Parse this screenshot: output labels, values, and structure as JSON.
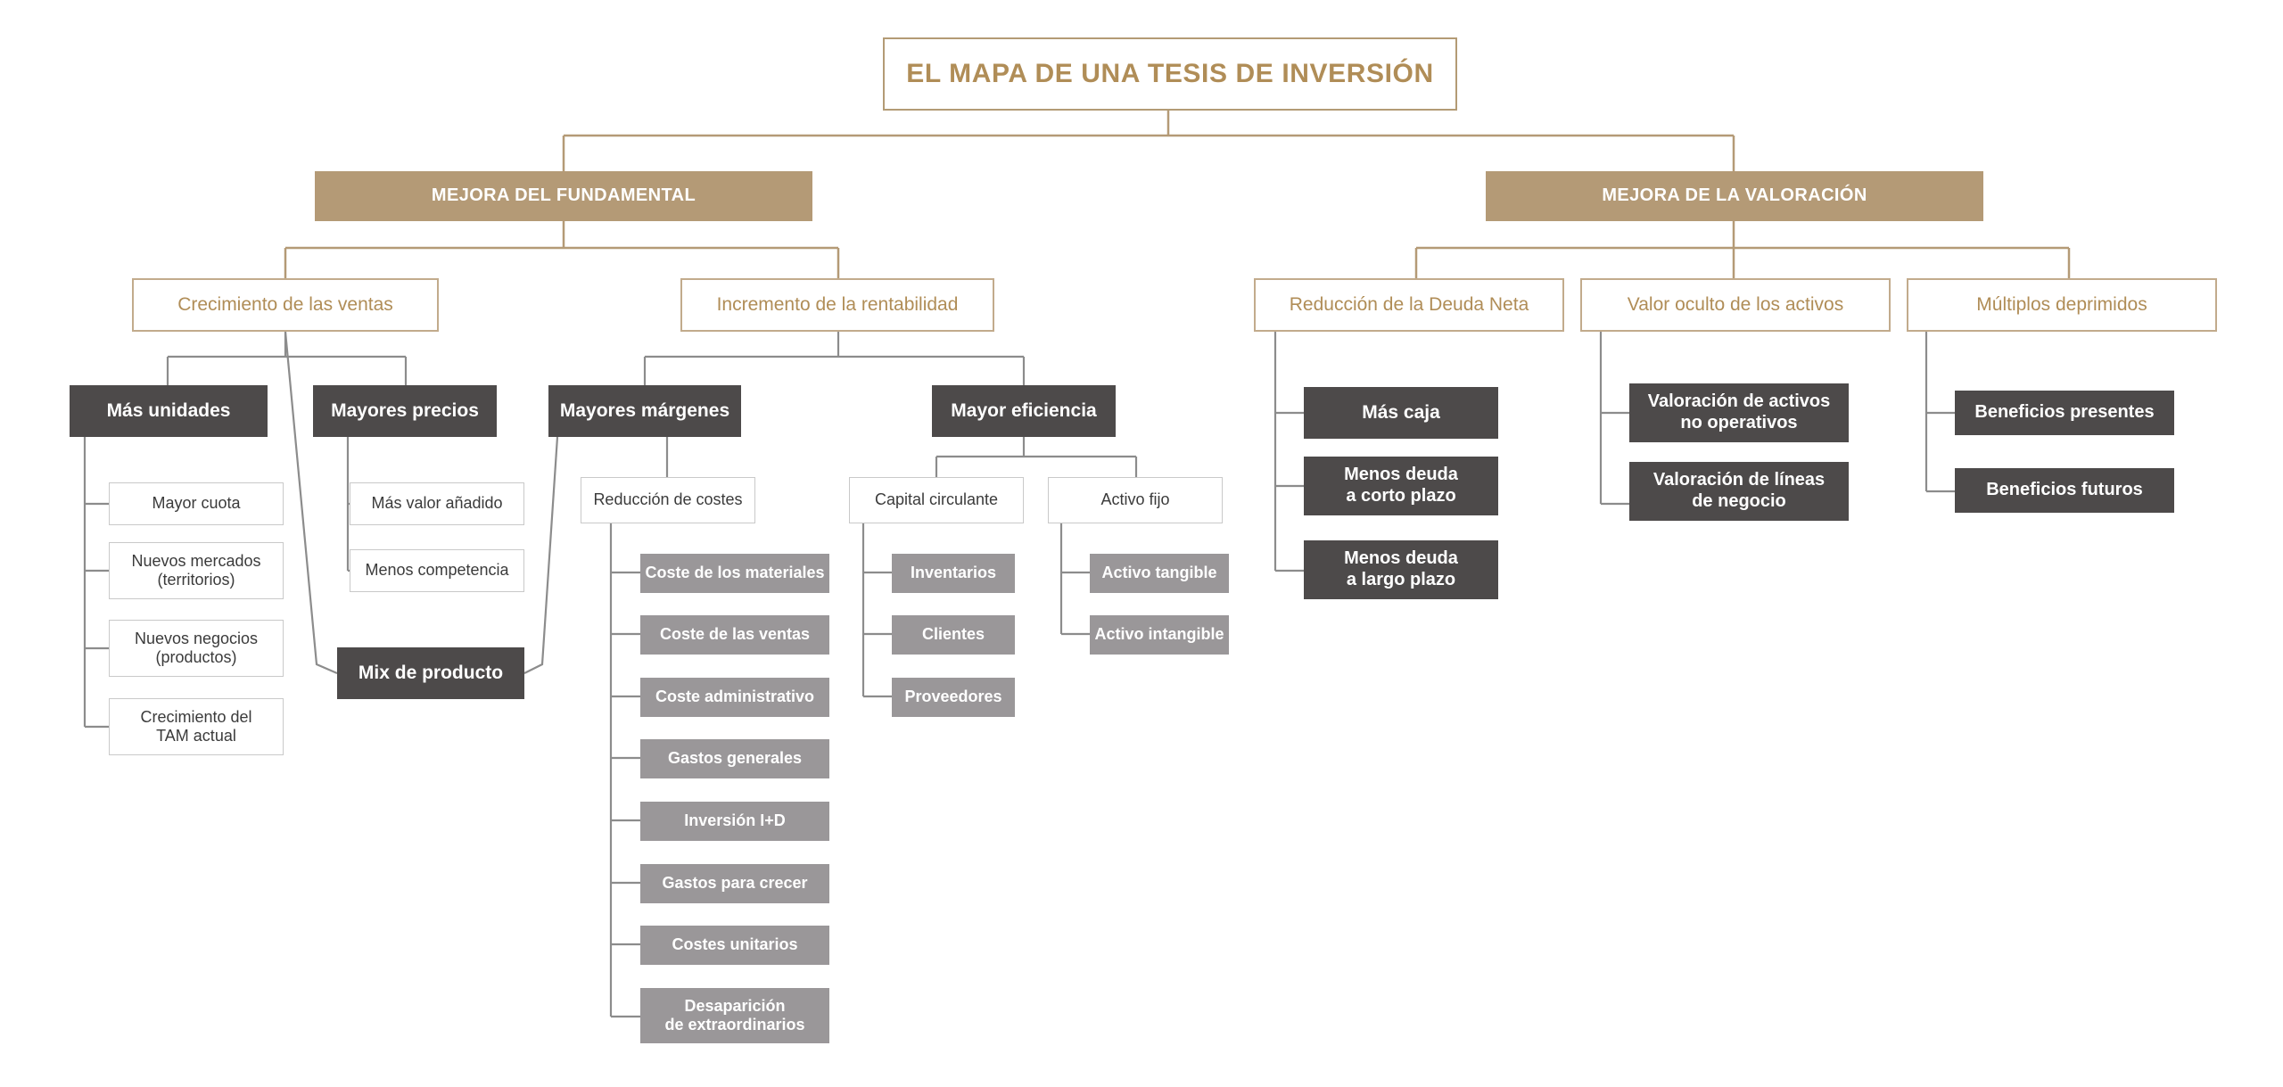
{
  "colors": {
    "accent_tan": "#b49a76",
    "title_text": "#b08d57",
    "dark_box": "#4d4a4a",
    "gray_box": "#9a9799",
    "outline_border": "#c2ab8c",
    "plain_border": "#c9c9c9",
    "connector_tan": "#b49a76",
    "connector_gray": "#8c8c8c",
    "background": "#ffffff"
  },
  "diagram": {
    "title": "EL MAPA DE UNA TESIS DE INVERSIÓN",
    "branches": [
      {
        "label": "MEJORA DEL FUNDAMENTAL",
        "groups": [
          {
            "label": "Crecimiento de las ventas",
            "nodes": [
              {
                "label": "Más unidades",
                "children": [
                  "Mayor cuota",
                  "Nuevos mercados (territorios)",
                  "Nuevos negocios (productos)",
                  "Crecimiento del TAM actual"
                ]
              },
              {
                "label": "Mayores precios",
                "children": [
                  "Más valor añadido",
                  "Menos competencia"
                ]
              },
              {
                "label": "Mix de producto",
                "children": []
              }
            ]
          },
          {
            "label": "Incremento de la rentabilidad",
            "nodes": [
              {
                "label": "Mayores márgenes",
                "subgroups": [
                  {
                    "label": "Reducción de costes",
                    "children": [
                      "Coste de los materiales",
                      "Coste de las ventas",
                      "Coste administrativo",
                      "Gastos generales",
                      "Inversión I+D",
                      "Gastos para crecer",
                      "Costes unitarios",
                      "Desaparición de extraordinarios"
                    ]
                  }
                ]
              },
              {
                "label": "Mayor eficiencia",
                "subgroups": [
                  {
                    "label": "Capital circulante",
                    "children": [
                      "Inventarios",
                      "Clientes",
                      "Proveedores"
                    ]
                  },
                  {
                    "label": "Activo fijo",
                    "children": [
                      "Activo tangible",
                      "Activo intangible"
                    ]
                  }
                ]
              }
            ]
          }
        ]
      },
      {
        "label": "MEJORA DE LA VALORACIÓN",
        "groups": [
          {
            "label": "Reducción de la Deuda Neta",
            "nodes": [
              {
                "label": "Más caja",
                "children": []
              },
              {
                "label": "Menos deuda a corto plazo",
                "children": []
              },
              {
                "label": "Menos deuda a largo plazo",
                "children": []
              }
            ]
          },
          {
            "label": "Valor oculto de los activos",
            "nodes": [
              {
                "label": "Valoración de activos no operativos",
                "children": []
              },
              {
                "label": "Valoración de líneas de negocio",
                "children": []
              }
            ]
          },
          {
            "label": "Múltiplos deprimidos",
            "nodes": [
              {
                "label": "Beneficios presentes",
                "children": []
              },
              {
                "label": "Beneficios futuros",
                "children": []
              }
            ]
          }
        ]
      }
    ],
    "labels": {
      "title": "EL MAPA DE UNA TESIS DE INVERSIÓN",
      "b1": "MEJORA DEL FUNDAMENTAL",
      "b2": "MEJORA DE LA VALORACIÓN",
      "g1": "Crecimiento de las ventas",
      "g2": "Incremento de la rentabilidad",
      "g3": "Reducción de la Deuda Neta",
      "g4": "Valor oculto de los activos",
      "g5": "Múltiplos deprimidos",
      "d1": "Más unidades",
      "d2": "Mayores precios",
      "d3": "Mayores márgenes",
      "d4": "Mayor eficiencia",
      "d5": "Más caja",
      "mix": "Mix de producto",
      "menos_corto_1": "Menos deuda",
      "menos_corto_2": "a corto plazo",
      "menos_largo_1": "Menos deuda",
      "menos_largo_2": "a largo plazo",
      "val_act_1": "Valoración de activos",
      "val_act_2": "no operativos",
      "val_lin_1": "Valoración de líneas",
      "val_lin_2": "de negocio",
      "ben_pres": "Beneficios presentes",
      "ben_fut": "Beneficios futuros",
      "p1": "Mayor cuota",
      "p2_1": "Nuevos mercados",
      "p2_2": "(territorios)",
      "p3_1": "Nuevos negocios",
      "p3_2": "(productos)",
      "p4_1": "Crecimiento del",
      "p4_2": "TAM actual",
      "q1": "Más valor añadido",
      "q2": "Menos competencia",
      "s1": "Reducción de costes",
      "s2": "Capital circulante",
      "s3": "Activo fijo",
      "c1": "Coste de los materiales",
      "c2": "Coste de las ventas",
      "c3": "Coste administrativo",
      "c4": "Gastos generales",
      "c5": "Inversión I+D",
      "c6": "Gastos para crecer",
      "c7": "Costes unitarios",
      "c8_1": "Desaparición",
      "c8_2": "de extraordinarios",
      "e1": "Inventarios",
      "e2": "Clientes",
      "e3": "Proveedores",
      "f1": "Activo tangible",
      "f2": "Activo intangible"
    }
  }
}
